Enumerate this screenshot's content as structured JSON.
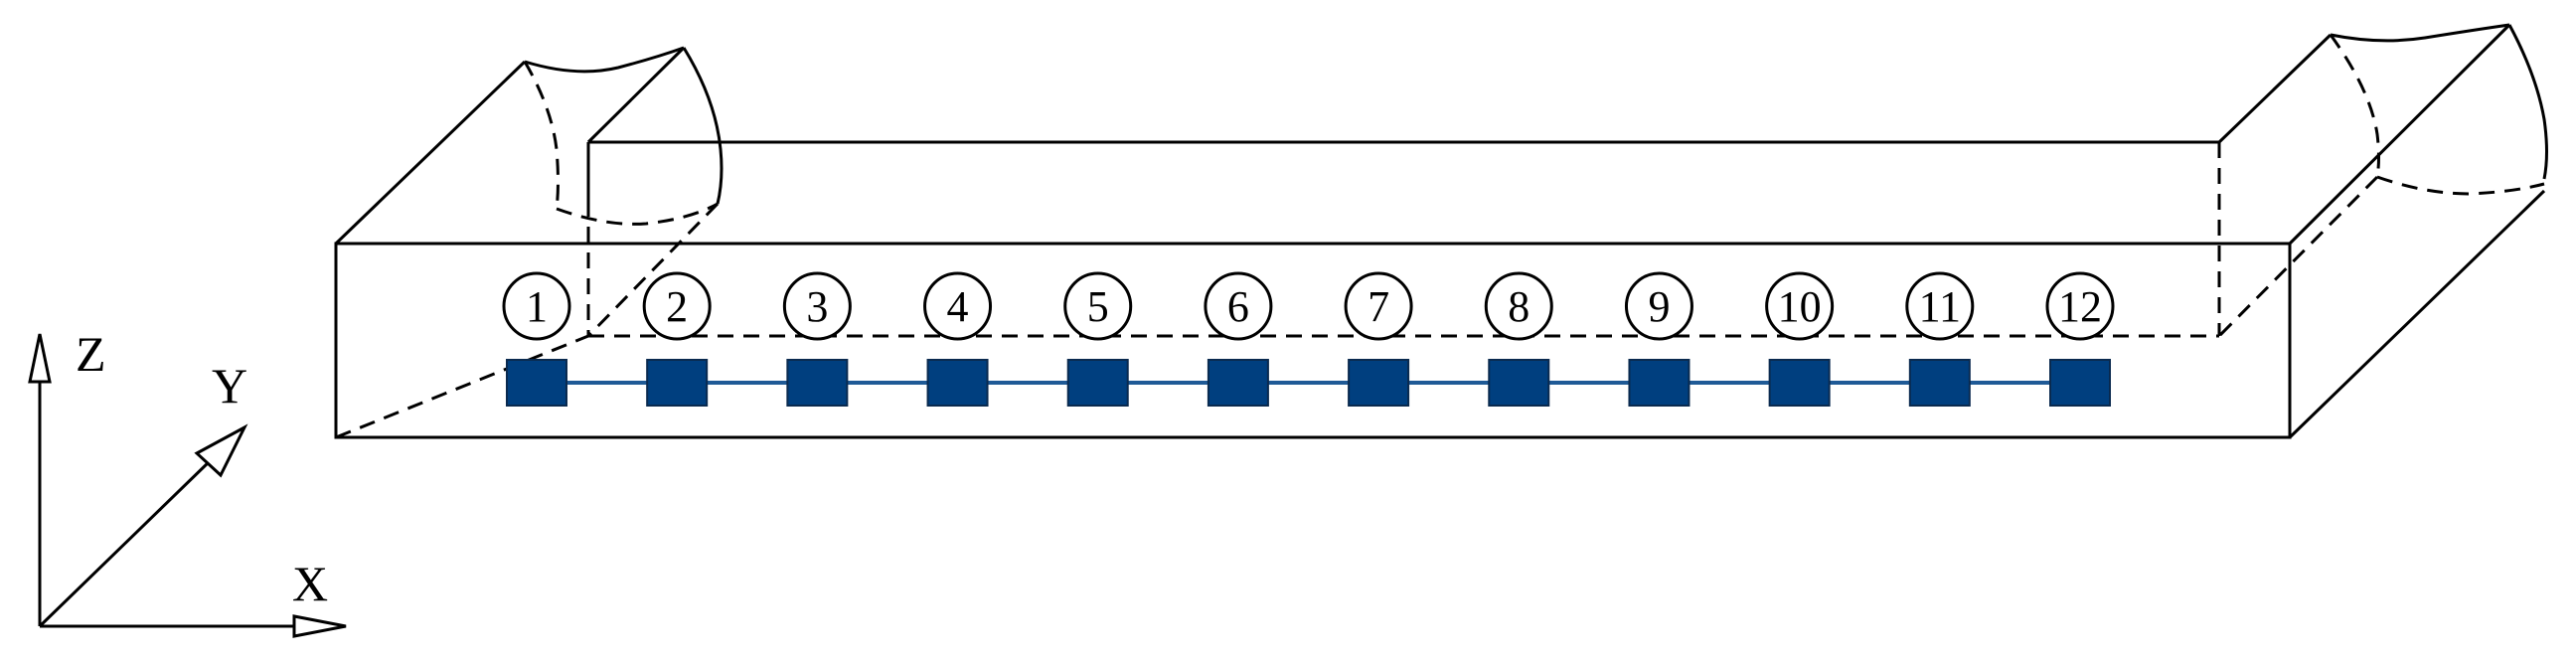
{
  "axes": {
    "z_label": "Z",
    "y_label": "Y",
    "x_label": "X"
  },
  "sensors": {
    "labels": [
      "1",
      "2",
      "3",
      "4",
      "5",
      "6",
      "7",
      "8",
      "9",
      "10",
      "11",
      "12"
    ],
    "fill_color": "#003f7f",
    "line_color": "#1f5a96"
  }
}
